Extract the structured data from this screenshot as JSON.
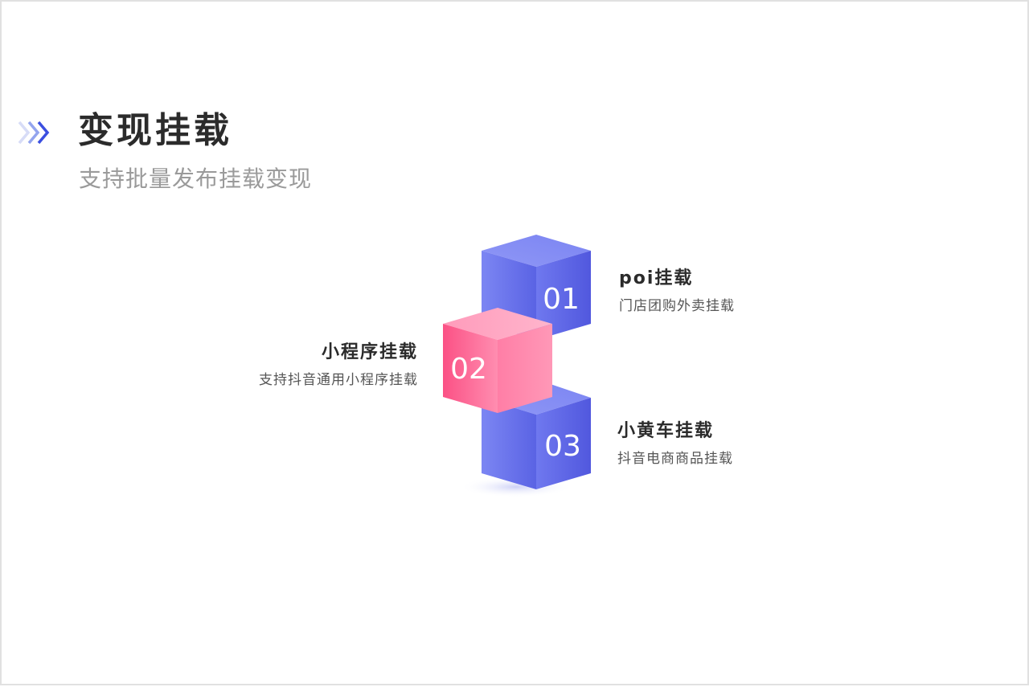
{
  "header": {
    "title": "变现挂载",
    "subtitle": "支持批量发布挂载变现",
    "icon": "triple-chevron-right-icon"
  },
  "colors": {
    "accent_blue": "#5b5fe6",
    "accent_pink": "#fb5a8c",
    "title": "#2b2b2b",
    "subtitle": "#9a9a9a"
  },
  "steps": [
    {
      "number": "01",
      "title": "poi挂载",
      "desc": "门店团购外卖挂载"
    },
    {
      "number": "02",
      "title": "小程序挂载",
      "desc": "支持抖音通用小程序挂载"
    },
    {
      "number": "03",
      "title": "小黄车挂载",
      "desc": "抖音电商商品挂载"
    }
  ]
}
